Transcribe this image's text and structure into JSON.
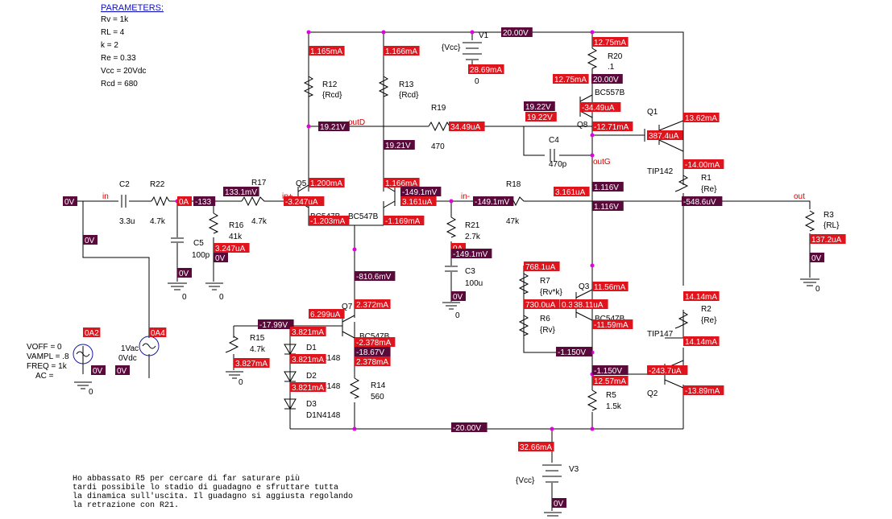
{
  "parameters": {
    "title": "PARAMETERS:",
    "lines": [
      "Rv = 1k",
      "RL = 4",
      "k = 2",
      "Re = 0.33",
      "Vcc = 20Vdc",
      "Rcd = 680"
    ]
  },
  "note": [
    "Ho abbassato R5 per cercare di far saturare più",
    "tardi possibile lo stadio di guadagno e sfruttare tutta",
    "la dinamica sull'uscita. Il guadagno si aggiusta regolando",
    "la retrazione con R21."
  ],
  "nets": {
    "in": "in",
    "inp": "in+",
    "inm": "in-",
    "outD": "outD",
    "outG": "outG",
    "out": "out"
  },
  "components": {
    "R12": [
      "R12",
      "{Rcd}"
    ],
    "R13": [
      "R13",
      "{Rcd}"
    ],
    "R19": [
      "R19",
      "470"
    ],
    "R17": [
      "R17",
      "4.7k"
    ],
    "R22": [
      "R22",
      "4.7k"
    ],
    "R16": [
      "R16",
      "41k"
    ],
    "C2": [
      "C2",
      "3.3u"
    ],
    "C5": [
      "C5",
      "100p"
    ],
    "R18": [
      "R18",
      "47k"
    ],
    "R21": [
      "R21",
      "2.7k"
    ],
    "C3": [
      "C3",
      "100u"
    ],
    "C4": [
      "C4",
      "470p"
    ],
    "R20": [
      "R20",
      ".1"
    ],
    "R1": [
      "R1",
      "{Re}"
    ],
    "R2": [
      "R2",
      "{Re}"
    ],
    "R3": [
      "R3",
      "{RL}"
    ],
    "R7": [
      "R7",
      "{Rv*k}"
    ],
    "R6": [
      "R6",
      "{Rv}"
    ],
    "R5": [
      "R5",
      "1.5k"
    ],
    "R14": [
      "R14",
      "560"
    ],
    "R15": [
      "R15",
      "4.7k"
    ],
    "D1": [
      "D1",
      "D1N4148"
    ],
    "D2": [
      "D2",
      "D1N4148"
    ],
    "D3": [
      "D3",
      "D1N4148"
    ],
    "Q5": "Q5",
    "Q6": "Q6",
    "Q7": "Q7",
    "Q8": "Q8",
    "Q3": "Q3",
    "Q1": "Q1",
    "Q2": "Q2",
    "Q5m": "BC547B",
    "Q6m": "BC547B",
    "Q7m": "BC547B",
    "Q8m": "BC557B",
    "Q3m": "BC547B",
    "Q1m": "TIP142",
    "Q2m": "TIP147",
    "V1": [
      "V1",
      "{Vcc}"
    ],
    "V3": [
      "V3",
      "{Vcc}"
    ],
    "V4src": [
      "1Vac",
      "0Vdc"
    ],
    "V2src": [
      "VOFF = 0",
      "VAMPL = .8",
      "FREQ = 1k",
      "AC ="
    ],
    "gnd": "0"
  },
  "badges": [
    {
      "t": "i",
      "v": "1.165mA"
    },
    {
      "t": "i",
      "v": "1.166mA"
    },
    {
      "t": "v",
      "v": "20.00V"
    },
    {
      "t": "i",
      "v": "12.75mA"
    },
    {
      "t": "i",
      "v": "28.69mA"
    },
    {
      "t": "i",
      "v": "12.75mA"
    },
    {
      "t": "v",
      "v": "20.00V"
    },
    {
      "t": "v",
      "v": "19.22V"
    },
    {
      "t": "i",
      "v": "-34.49uA"
    },
    {
      "t": "i",
      "v": "19.22V"
    },
    {
      "t": "i",
      "v": "34.49uA"
    },
    {
      "t": "v",
      "v": "19.21V"
    },
    {
      "t": "i",
      "v": "-12.71mA"
    },
    {
      "t": "i",
      "v": "13.62mA"
    },
    {
      "t": "v",
      "v": "19.21V"
    },
    {
      "t": "i",
      "v": "387.4uA"
    },
    {
      "t": "i",
      "v": "-14.00mA"
    },
    {
      "t": "i",
      "v": "1.200mA"
    },
    {
      "t": "i",
      "v": "1.166mA"
    },
    {
      "t": "v",
      "v": "133.1mV"
    },
    {
      "t": "v",
      "v": "-149.1mV"
    },
    {
      "t": "i",
      "v": "3.161uA"
    },
    {
      "t": "v",
      "v": "1.116V"
    },
    {
      "t": "v",
      "v": "0V"
    },
    {
      "t": "i",
      "v": "0A"
    },
    {
      "t": "v",
      "v": "-133"
    },
    {
      "t": "i",
      "v": "-3.247uA"
    },
    {
      "t": "i",
      "v": "3.161uA"
    },
    {
      "t": "v",
      "v": "-149.1mV"
    },
    {
      "t": "v",
      "v": "1.116V"
    },
    {
      "t": "v",
      "v": "-548.6uV"
    },
    {
      "t": "i",
      "v": "-1.203mA"
    },
    {
      "t": "i",
      "v": "-1.169mA"
    },
    {
      "t": "v",
      "v": "0V"
    },
    {
      "t": "i",
      "v": "3.247uA"
    },
    {
      "t": "i",
      "v": "137.2uA"
    },
    {
      "t": "v",
      "v": "0V"
    },
    {
      "t": "i",
      "v": "0A"
    },
    {
      "t": "v",
      "v": "-149.1mV"
    },
    {
      "t": "v",
      "v": "0V"
    },
    {
      "t": "v",
      "v": "0V"
    },
    {
      "t": "i",
      "v": "768.1uA"
    },
    {
      "t": "v",
      "v": "-810.6mV"
    },
    {
      "t": "i",
      "v": "11.56mA"
    },
    {
      "t": "v",
      "v": "0V"
    },
    {
      "t": "i",
      "v": "14.14mA"
    },
    {
      "t": "i",
      "v": "2.372mA"
    },
    {
      "t": "i",
      "v": "730.0uA"
    },
    {
      "t": "i",
      "v": "0.3r"
    },
    {
      "t": "i",
      "v": "38.11uA"
    },
    {
      "t": "i",
      "v": "6.299uA"
    },
    {
      "t": "i",
      "v": "-11.59mA"
    },
    {
      "t": "v",
      "v": "-17.99V"
    },
    {
      "t": "i",
      "v": "3.821mA"
    },
    {
      "t": "i",
      "v": "-2.378mA"
    },
    {
      "t": "i",
      "v": "14.14mA"
    },
    {
      "t": "i",
      "v": "0A2"
    },
    {
      "t": "i",
      "v": "0A4"
    },
    {
      "t": "v",
      "v": "-18.67V"
    },
    {
      "t": "v",
      "v": "-1.150V"
    },
    {
      "t": "i",
      "v": "3.821mA"
    },
    {
      "t": "i",
      "v": "2.378mA"
    },
    {
      "t": "i",
      "v": "3.827mA"
    },
    {
      "t": "v",
      "v": "-1.150V"
    },
    {
      "t": "i",
      "v": "-243.7uA"
    },
    {
      "t": "v",
      "v": "0V"
    },
    {
      "t": "v",
      "v": "0V"
    },
    {
      "t": "i",
      "v": "12.57mA"
    },
    {
      "t": "i",
      "v": "3.821mA"
    },
    {
      "t": "i",
      "v": "-13.89mA"
    },
    {
      "t": "v",
      "v": "-20.00V"
    },
    {
      "t": "i",
      "v": "32.66mA"
    },
    {
      "t": "v",
      "v": "0V"
    }
  ]
}
